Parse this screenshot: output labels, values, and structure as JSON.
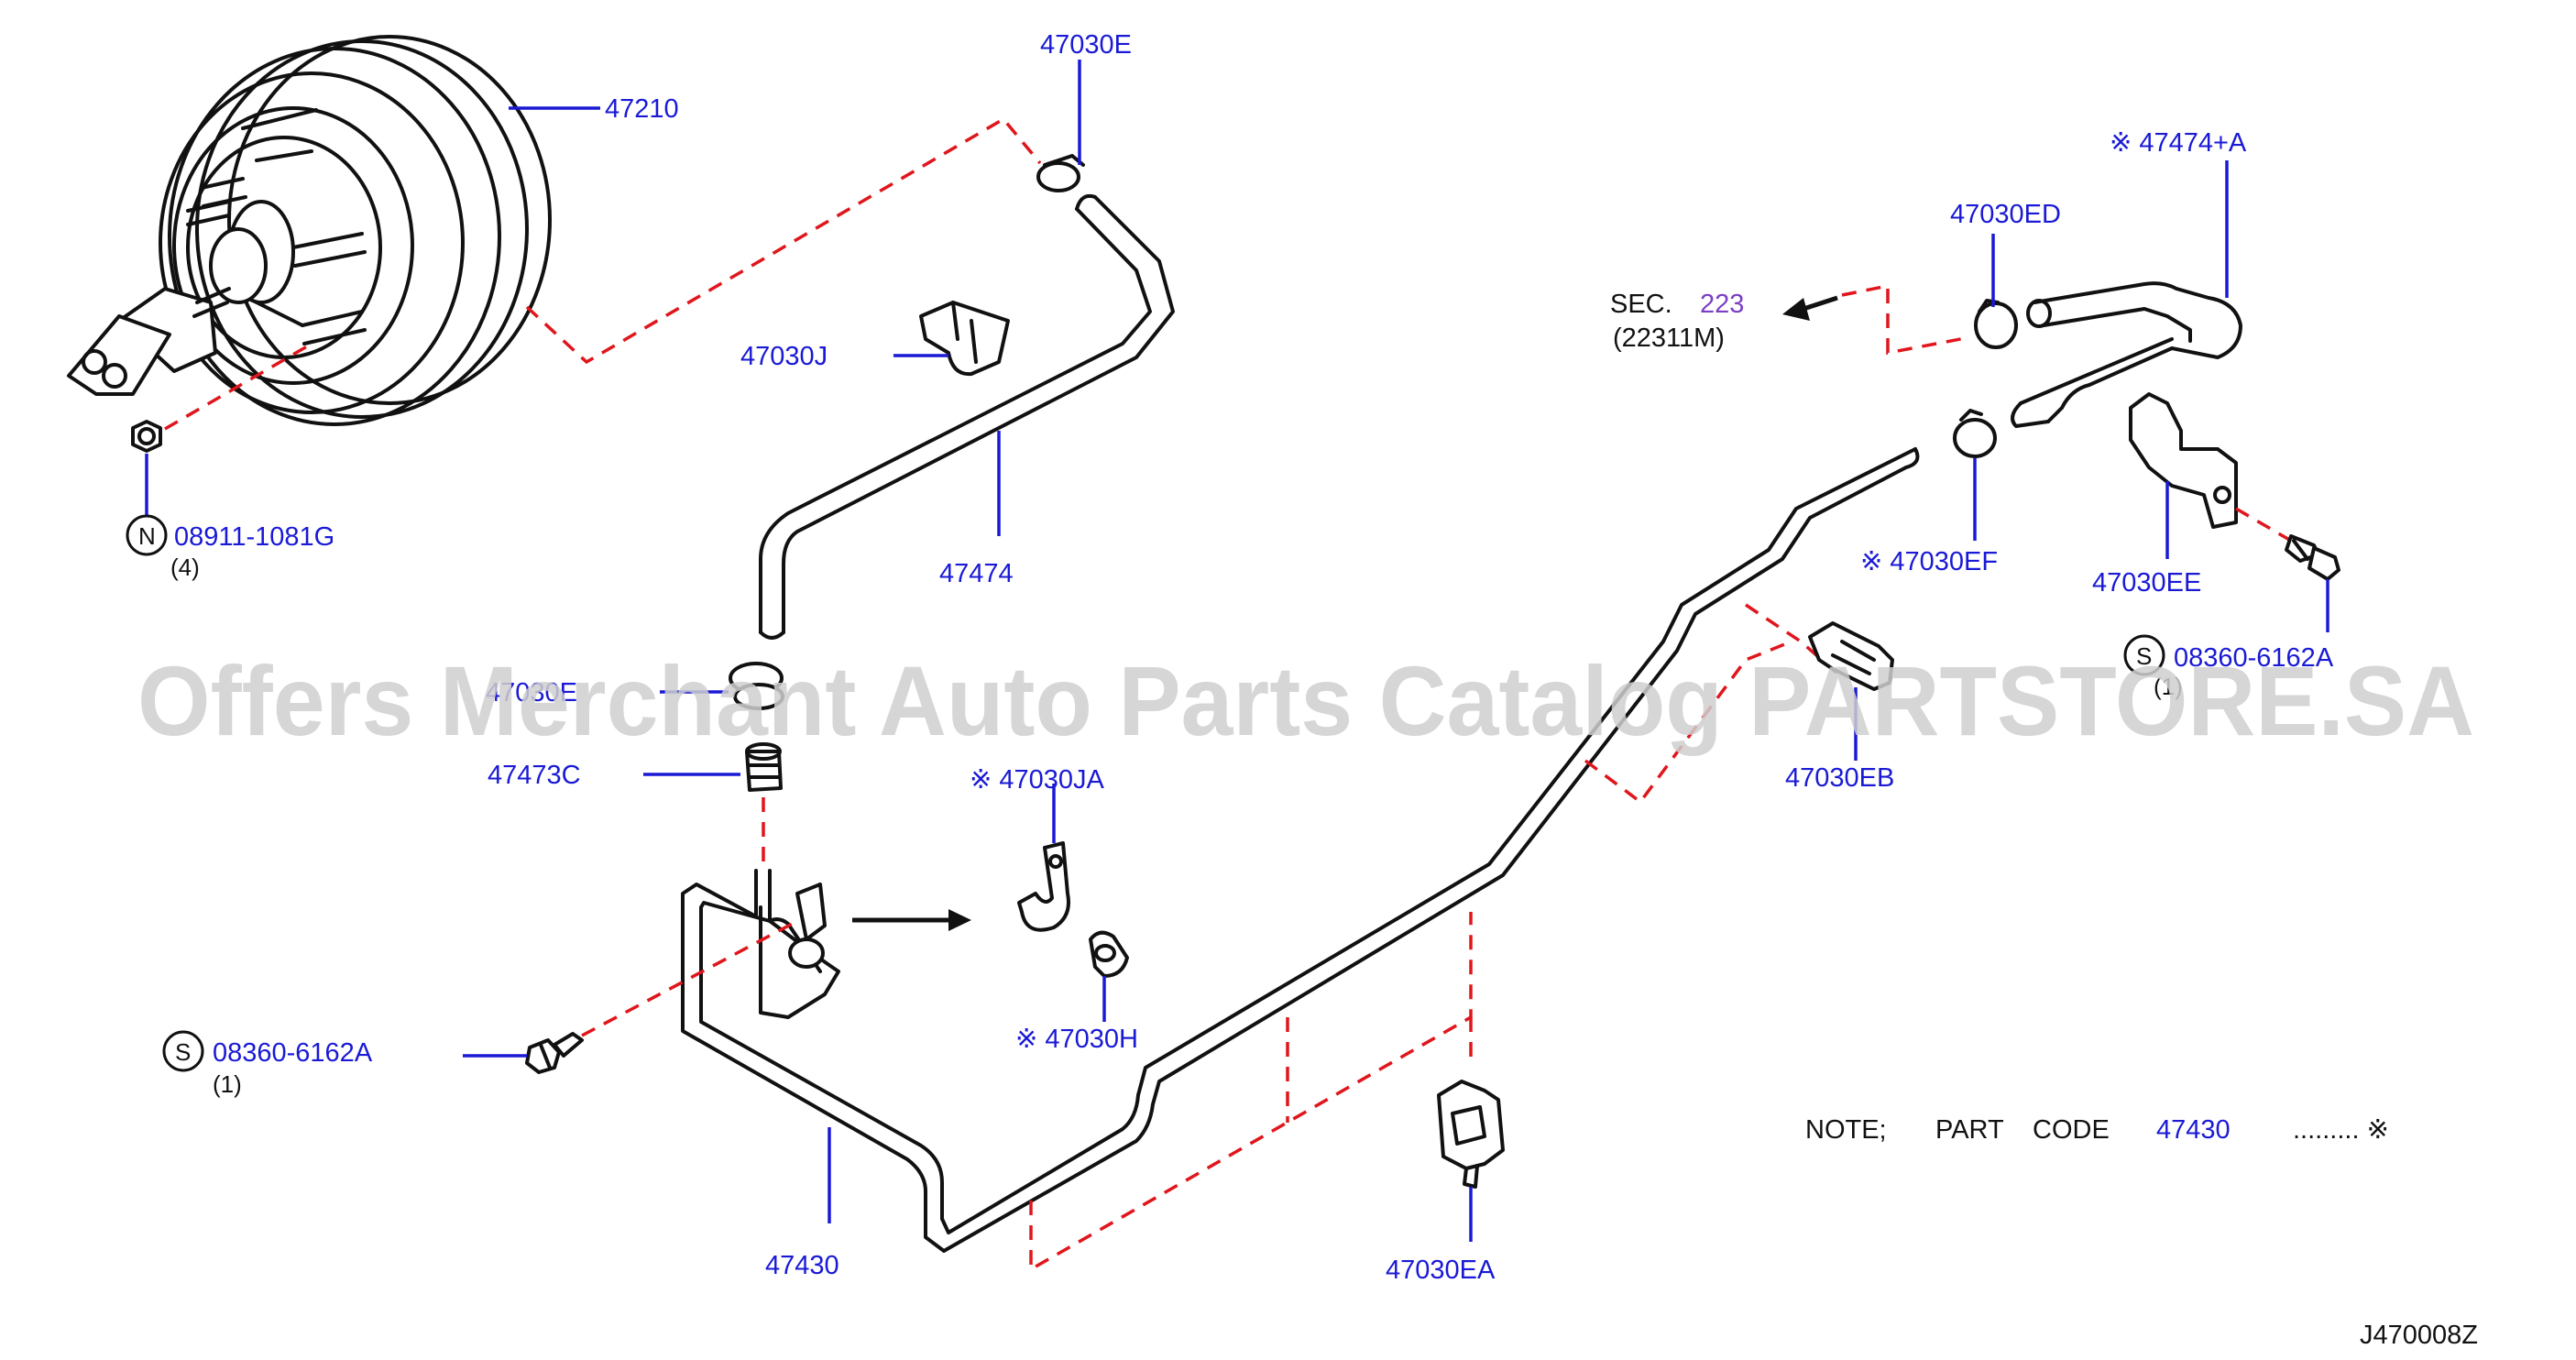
{
  "diagram_code": "J470008Z",
  "watermark": "Offers Merchant Auto Parts Catalog PARTSTORE.SA",
  "colors": {
    "label": "#1a1ad6",
    "section_ref": "#7b3fc4",
    "dashed_guide": "#e0161d",
    "line": "#111111",
    "watermark": "#cfcfcf"
  },
  "labels": {
    "booster": "47210",
    "clamp_e": "47030E",
    "clamp_j": "47030J",
    "hose": "47474",
    "hose_a": "※ 47474+A",
    "clamp_ed": "47030ED",
    "clamp_ef": "※ 47030EF",
    "clamp_ee": "47030EE",
    "clamp_eb": "47030EB",
    "clamp_ja": "※ 47030JA",
    "clamp_h": "※ 47030H",
    "clamp_ea": "47030EA",
    "valve": "47473C",
    "ring": "47030E",
    "tube": "47430"
  },
  "fasteners": {
    "nut": {
      "badge": "N",
      "part": "08911-1081G",
      "qty": "(4)"
    },
    "bolt_left": {
      "badge": "S",
      "part": "08360-6162A",
      "qty": "(1)"
    },
    "bolt_right": {
      "badge": "S",
      "part": "08360-6162A",
      "qty": "(1)"
    }
  },
  "section_ref": {
    "prefix": "SEC.",
    "number": "223",
    "sub": "(22311M)"
  },
  "note": {
    "prefix": "NOTE;",
    "part_word": "PART",
    "code_word": "CODE",
    "code": "47430",
    "suffix": "......... ※"
  },
  "icons": [
    "brake-booster-icon",
    "hose-icon",
    "clamp-icon",
    "bracket-icon",
    "check-valve-icon",
    "bolt-icon",
    "nut-icon",
    "arrow-icon"
  ]
}
